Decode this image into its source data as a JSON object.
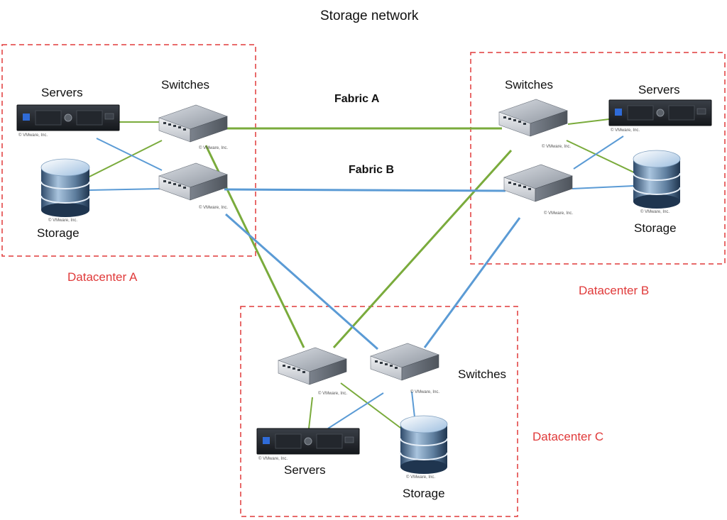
{
  "title": "Storage network",
  "fabrics": {
    "a": "Fabric A",
    "b": "Fabric B"
  },
  "datacenters": {
    "a": {
      "label": "Datacenter A",
      "servers": "Servers",
      "switches": "Switches",
      "storage": "Storage"
    },
    "b": {
      "label": "Datacenter B",
      "servers": "Servers",
      "switches": "Switches",
      "storage": "Storage"
    },
    "c": {
      "label": "Datacenter C",
      "servers": "Servers",
      "switches": "Switches",
      "storage": "Storage"
    }
  },
  "copyright": "© VMware, Inc.",
  "colors": {
    "fabric_a": "#7aab3c",
    "fabric_b": "#5b9bd5",
    "datacenter_border": "#e03a3a",
    "label_red": "#e03a3a"
  }
}
